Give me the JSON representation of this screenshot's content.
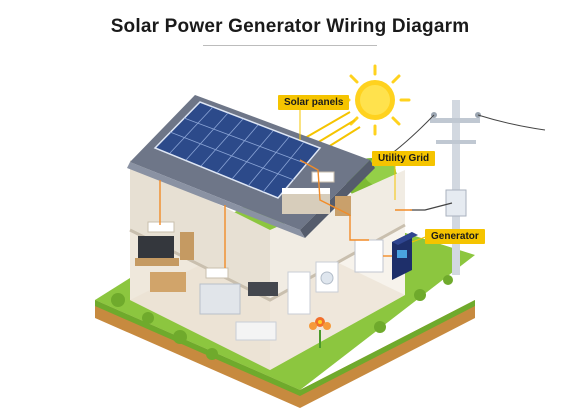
{
  "title": "Solar Power Generator Wiring Diagarm",
  "labels": {
    "solar_panels": "Solar panels",
    "utility_grid": "Utility Grid",
    "generator": "Generator"
  },
  "colors": {
    "callout": "#f5c400",
    "grass": "#8cc63f",
    "soil": "#d8a45a",
    "roof": "#6e7688",
    "panel": "#2c4a8a",
    "sun": "#ffd21e",
    "wire": "#f28c28"
  }
}
